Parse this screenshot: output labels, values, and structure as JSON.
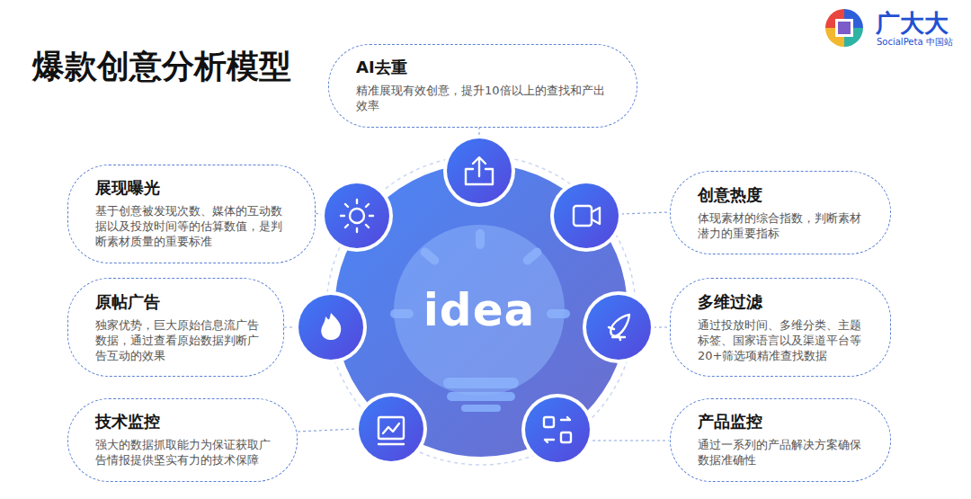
{
  "diagram": {
    "title": "爆款创意分析模型",
    "nodes": [
      {
        "text": [
          "AI去重",
          "精准展现有效创意，提升10倍以上的查找和产出效率"
        ]
      },
      {
        "text": [
          "展现曝光",
          "基于创意被发现次数、媒体的互动数据以及投放时间等的估算数值，是判断素材质量的重要标准"
        ]
      },
      {
        "text": [
          "创意热度",
          "体现素材的综合指数，判断素材潜力的重要指标"
        ]
      },
      {
        "text": [
          "原帖广告",
          "独家优势，巨大原始信息流广告数据，通过查看原始数据判断广告互动的效果"
        ]
      },
      {
        "text": [
          "idea"
        ]
      },
      {
        "text": [
          "多维过滤",
          "通过投放时间、多维分类、主题标签、国家语言以及渠道平台等20+筛选项精准查找数据"
        ]
      },
      {
        "text": [
          "技术监控",
          "强大的数据抓取能力为保证获取广告情报提供坚实有力的技术保障"
        ]
      },
      {
        "text": [
          "产品监控",
          "通过一系列的产品解决方案确保数据准确性"
        ]
      }
    ],
    "labels": [
      "广大大",
      "SocialPeta 中国站"
    ]
  }
}
